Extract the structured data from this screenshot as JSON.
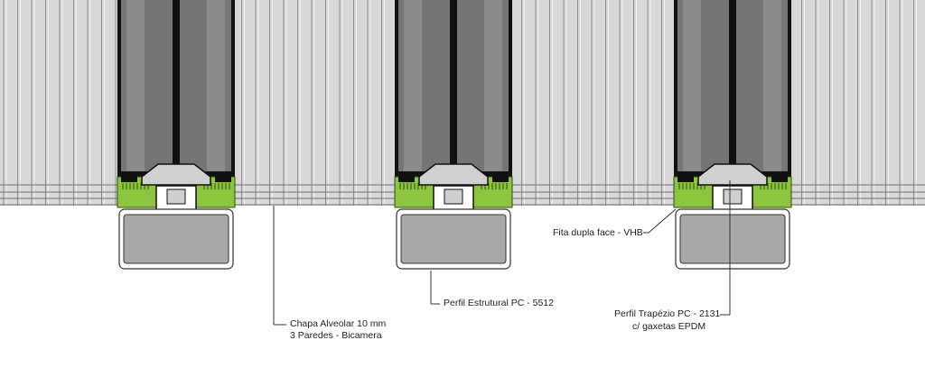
{
  "labels": {
    "chapa_line1": "Chapa Alveolar 10 mm",
    "chapa_line2": "3 Paredes - Bicamera",
    "perfil_estrutural": "Perfil Estrutural PC - 5512",
    "fita": "Fita dupla face - VHB",
    "trapezio_line1": "Perfil Trapézio PC - 2131",
    "trapezio_line2": "c/ gaxetas EPDM"
  },
  "colors": {
    "panel": "#d8d8d8",
    "panel_line": "#8c8c8c",
    "profile_dark": "#6a6a6a",
    "profile_edge": "#111111",
    "gasket_green": "#8cc63f",
    "structural_gray": "#a9a9a9",
    "leader": "#333333"
  }
}
